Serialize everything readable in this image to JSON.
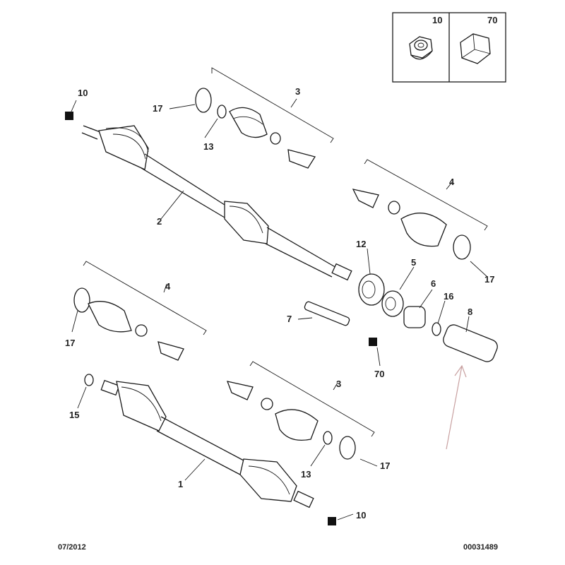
{
  "legend": {
    "left_label": "10",
    "right_label": "70"
  },
  "callouts": {
    "c10_top": "10",
    "c17_top": "17",
    "c3_top": "3",
    "c13_top": "13",
    "c2": "2",
    "c4_right": "4",
    "c12": "12",
    "c5": "5",
    "c6": "6",
    "c16": "16",
    "c8": "8",
    "c17_right": "17",
    "c4_left": "4",
    "c17_left": "17",
    "c7": "7",
    "c70": "70",
    "c15": "15",
    "c3_bottom": "3",
    "c13_bottom": "13",
    "c17_bottom": "17",
    "c1": "1",
    "c10_bottom": "10"
  },
  "footer": {
    "date": "07/2012",
    "ref": "00031489"
  },
  "colors": {
    "line": "#1a1a1a",
    "arrow": "#c8a0a0"
  }
}
